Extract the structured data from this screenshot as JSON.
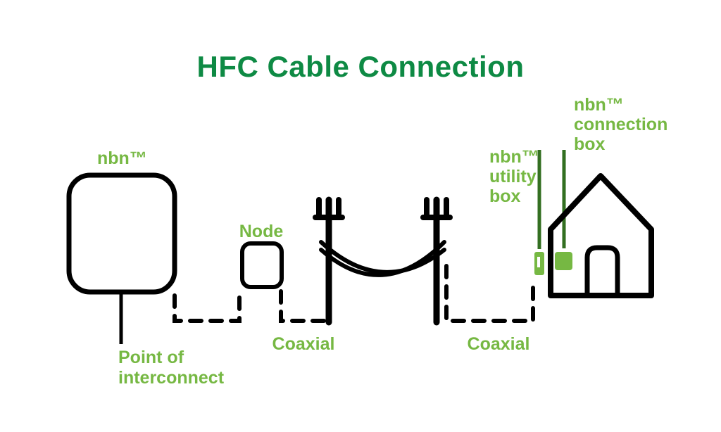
{
  "title": "HFC Cable Connection",
  "colors": {
    "title_green": "#0e8a44",
    "label_green": "#76b843",
    "pointer_green": "#336f21",
    "box_green": "#76b843",
    "black": "#000000"
  },
  "labels": {
    "poi_name": "nbn™",
    "poi_line1": "Point of",
    "poi_line2": "interconnect",
    "node": "Node",
    "coaxial_left": "Coaxial",
    "coaxial_right": "Coaxial",
    "utility_line1": "nbn™",
    "utility_line2": "utility",
    "utility_line3": "box",
    "connection_line1": "nbn™",
    "connection_line2": "connection",
    "connection_line3": "box"
  }
}
